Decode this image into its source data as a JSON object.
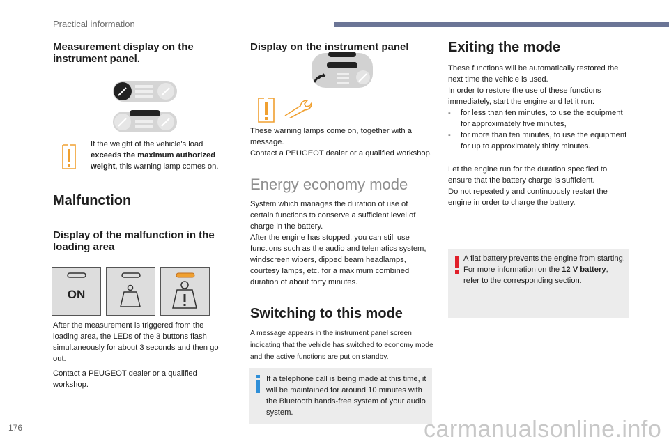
{
  "header": {
    "section": "Practical information",
    "page_number": "176"
  },
  "col1": {
    "heading_measurement": "Measurement display on the instrument panel.",
    "weight_note_pre": "If the weight of the vehicle's load ",
    "weight_note_bold": "exceeds the maximum authorized weight",
    "weight_note_post": ", this warning lamp comes on.",
    "heading_malfunction": "Malfunction",
    "heading_display_loading": "Display of the malfunction in the loading area",
    "buttons": [
      {
        "label": "ON"
      },
      {
        "label": ""
      },
      {
        "label": ""
      }
    ],
    "para_measurement": "After the measurement is triggered from the loading area, the LEDs of the 3 buttons flash simultaneously for about 3 seconds and then go out.",
    "para_contact": "Contact a PEUGEOT dealer or a qualified workshop."
  },
  "col2": {
    "heading_display_panel": "Display on the instrument panel",
    "para_warning": "These warning lamps come on, together with a message.\nContact a PEUGEOT dealer or a qualified workshop.",
    "heading_energy": "Energy economy mode",
    "para_energy": "System which manages the duration of use of certain functions to conserve a sufficient level of charge in the battery.\nAfter the engine has stopped, you can still use functions such as the audio and telematics system, windscreen wipers, dipped beam headlamps, courtesy lamps, etc. for a maximum combined duration of about forty minutes.",
    "heading_switching": "Switching to this mode",
    "para_switching": "A message appears in the instrument panel screen indicating that the vehicle has switched to economy mode and the active functions are put on standby.",
    "info_note": "If a telephone call is being made at this time, it will be maintained for around 10 minutes with the Bluetooth hands-free system of your audio system."
  },
  "col3": {
    "heading_exiting": "Exiting the mode",
    "para_intro": "These functions will be automatically restored the next time the vehicle is used.\nIn order to restore the use of these functions immediately, start the engine and let it run:",
    "list": [
      "for less than ten minutes, to use the equipment for approximately five minutes,",
      "for more than ten minutes, to use the equipment for up to approximately thirty minutes."
    ],
    "list_dash": "-",
    "para_run": "Let the engine run for the duration specified to ensure that the battery charge is sufficient.\nDo not repeatedly and continuously restart the engine in order to charge the battery.",
    "warning_pre": "A flat battery prevents the engine from starting.\nFor more information on the ",
    "warning_bold": "12 V battery",
    "warning_post": ", refer to the corresponding section."
  },
  "watermark": "carmanualsonline.info",
  "colors": {
    "header_bar": "#6b7596",
    "warning_orange": "#f0a030",
    "alert_red": "#e0202a",
    "info_blue": "#2f8fd8"
  },
  "icons": [
    "gauge-cluster-icon",
    "warning-triangle-icon",
    "wrench-icon",
    "info-icon",
    "exclamation-icon",
    "on-button-icon",
    "load-button-icon",
    "load-warning-button-icon"
  ]
}
